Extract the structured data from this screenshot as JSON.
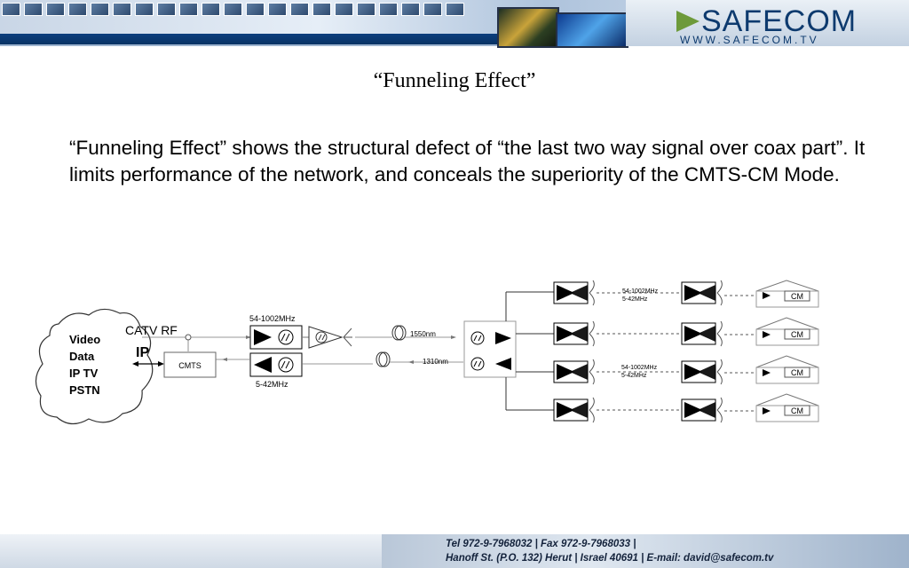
{
  "slide": {
    "title": "“Funneling Effect”",
    "body": "“Funneling Effect” shows the structural defect of “the last two way signal over coax part”. It limits performance of the network, and conceals the superiority of the CMTS-CM Mode."
  },
  "header": {
    "logo_text": "SAFECOM",
    "url": "WWW.SAFECOM.TV"
  },
  "diagram": {
    "cloud_items": [
      "Video",
      "Data",
      "IP TV",
      "PSTN"
    ],
    "catv_rf": "CATV RF",
    "ip": "IP",
    "cmts": "CMTS",
    "forward_band": "54-1002MHz",
    "return_band": "5-42MHz",
    "wavelength_down": "1550nm",
    "wavelength_up": "1310nm",
    "cm": "CM"
  },
  "footer": {
    "line1": "Tel 972-9-7968032 | Fax 972-9-7968033 |",
    "line2": "Hanoff St. (P.O. 132) Herut  | Israel 40691 | E-mail: david@safecom.tv"
  }
}
